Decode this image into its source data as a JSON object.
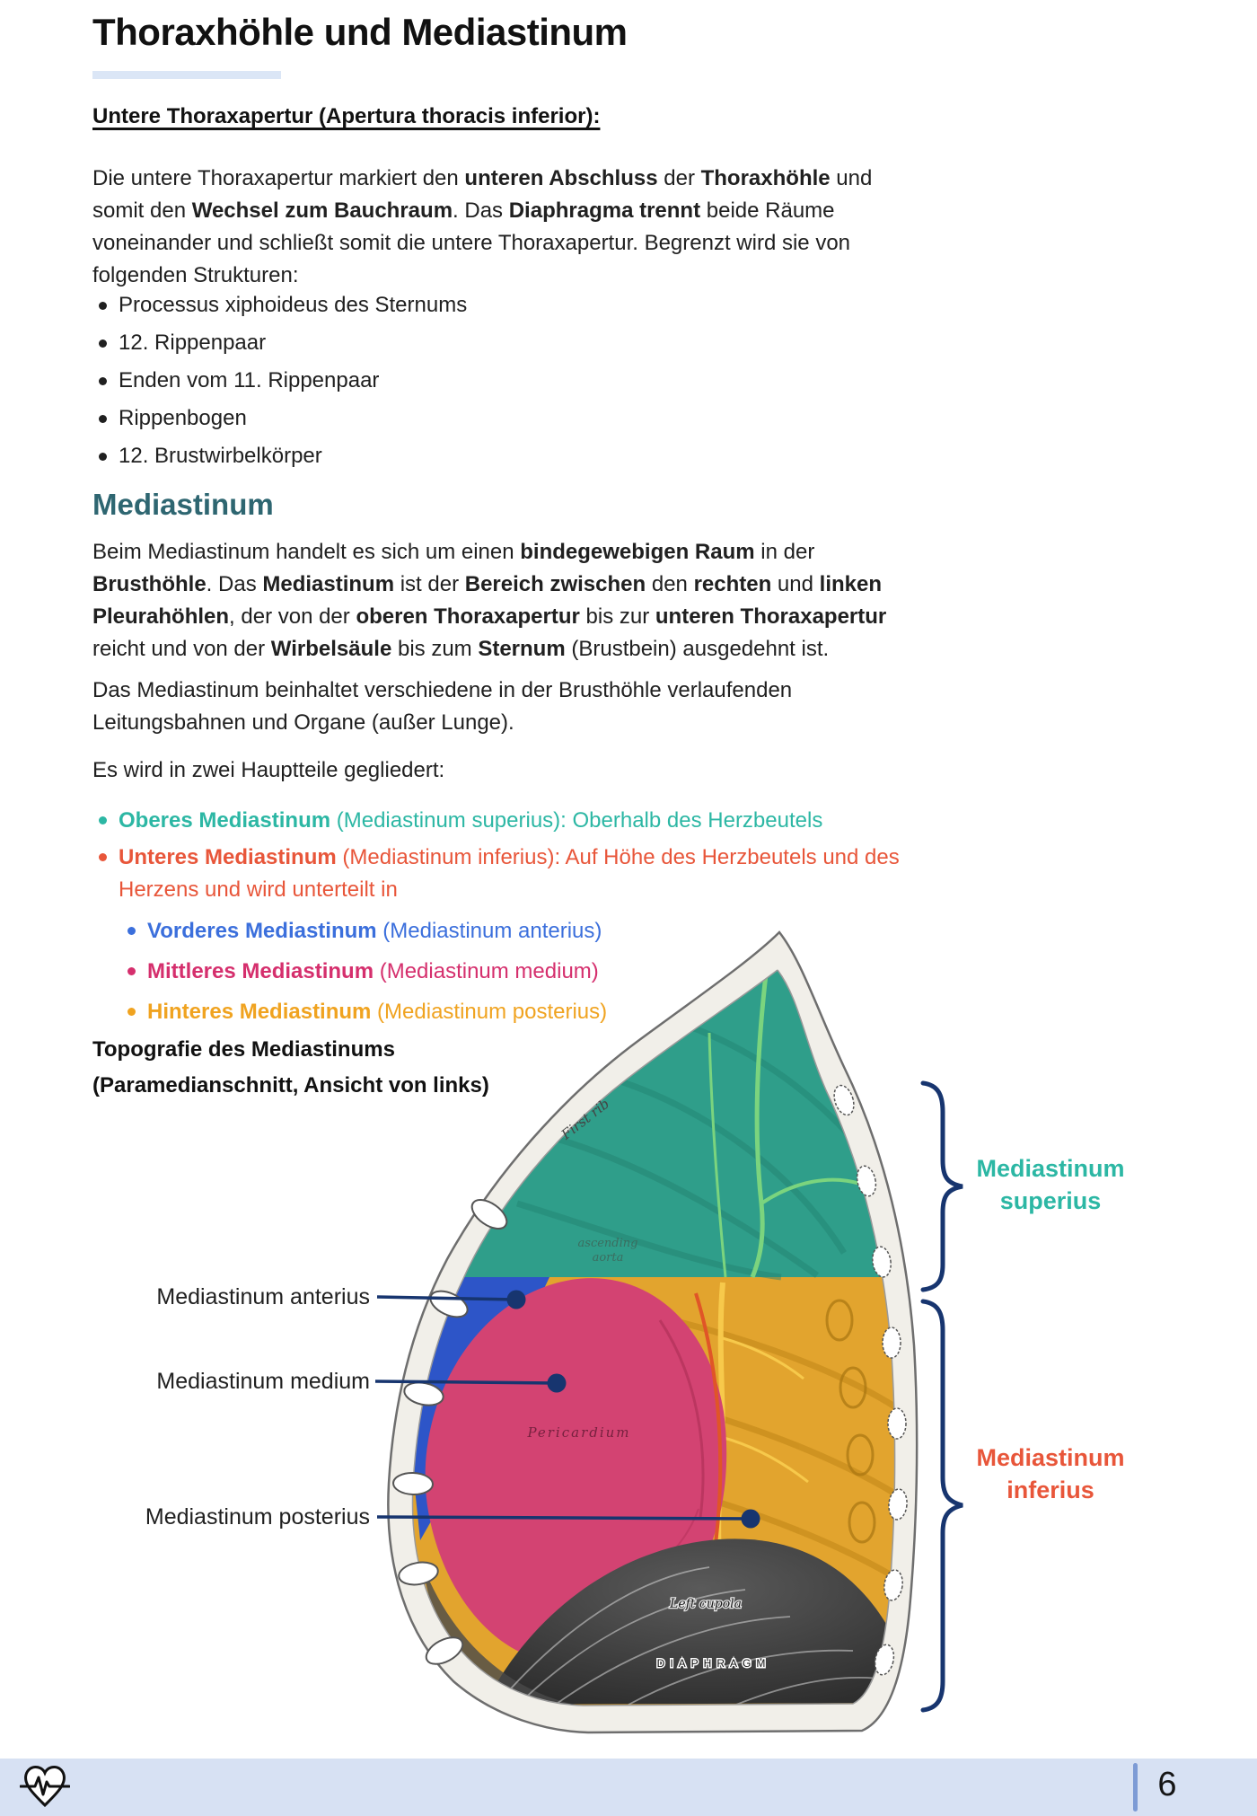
{
  "palette": {
    "ink": "#202020",
    "teal": "#2cb7a4",
    "tealDark": "#2e6671",
    "orange": "#e8563a",
    "blue": "#3b6fdc",
    "pink": "#d52f6d",
    "amber": "#f0a320",
    "navy": "#17356f",
    "underline": "#dbe6f6",
    "footer_bar": "#d7e1f3",
    "footer_accent": "#7d9bd5"
  },
  "header": {
    "title": "Thoraxhöhle und Mediastinum"
  },
  "apertur": {
    "heading": "Untere Thoraxapertur (Apertura thoracis inferior):",
    "paragraph": [
      [
        {
          "t": "Die untere Thoraxapertur markiert den "
        },
        {
          "t": "unteren Abschluss",
          "b": 1
        },
        {
          "t": " der "
        },
        {
          "t": "Thoraxhöhle",
          "b": 1
        },
        {
          "t": " und"
        }
      ],
      [
        {
          "t": "somit den "
        },
        {
          "t": "Wechsel zum Bauchraum",
          "b": 1
        },
        {
          "t": ". Das "
        },
        {
          "t": "Diaphragma trennt",
          "b": 1
        },
        {
          "t": " beide Räume"
        }
      ],
      [
        {
          "t": "voneinander und schließt somit die untere Thoraxapertur. Begrenzt wird sie von"
        }
      ],
      [
        {
          "t": "folgenden Strukturen:"
        }
      ]
    ],
    "bullets": [
      "Processus xiphoideus des Sternums",
      "12. Rippenpaar",
      "Enden vom 11. Rippenpaar",
      "Rippenbogen",
      "12. Brustwirbelkörper"
    ]
  },
  "mediastinum": {
    "heading": "Mediastinum",
    "p1": [
      [
        {
          "t": "Beim Mediastinum handelt es sich um einen "
        },
        {
          "t": "bindegewebigen Raum",
          "b": 1
        },
        {
          "t": " in der"
        }
      ],
      [
        {
          "t": "Brusthöhle",
          "b": 1
        },
        {
          "t": ". Das "
        },
        {
          "t": "Mediastinum",
          "b": 1
        },
        {
          "t": " ist der "
        },
        {
          "t": "Bereich zwischen",
          "b": 1
        },
        {
          "t": " den "
        },
        {
          "t": "rechten",
          "b": 1
        },
        {
          "t": " und "
        },
        {
          "t": "linken",
          "b": 1
        }
      ],
      [
        {
          "t": "Pleurahöhlen",
          "b": 1
        },
        {
          "t": ", der von der "
        },
        {
          "t": "oberen Thoraxapertur",
          "b": 1
        },
        {
          "t": " bis zur "
        },
        {
          "t": "unteren Thoraxapertur",
          "b": 1
        }
      ],
      [
        {
          "t": "reicht und von der "
        },
        {
          "t": "Wirbelsäule",
          "b": 1
        },
        {
          "t": " bis zum "
        },
        {
          "t": "Sternum",
          "b": 1
        },
        {
          "t": " (Brustbein) ausgedehnt ist."
        }
      ]
    ],
    "p2": [
      [
        {
          "t": "Das Mediastinum beinhaltet verschiedene in der Brusthöhle verlaufenden"
        }
      ],
      [
        {
          "t": "Leitungsbahnen und Organe (außer Lunge)."
        }
      ]
    ],
    "p3": "Es wird in zwei Hauptteile gegliedert:",
    "bullet_oberes": [
      [
        {
          "t": "Oberes Mediastinum",
          "b": 1,
          "c": "teal"
        },
        {
          "t": " (Mediastinum superius):",
          "c": "teal"
        },
        {
          "t": " Oberhalb des Herzbeutels"
        }
      ]
    ],
    "bullet_unteres": [
      [
        {
          "t": "Unteres Mediastinum",
          "b": 1,
          "c": "orange"
        },
        {
          "t": " (Mediastinum inferius):",
          "c": "orange"
        },
        {
          "t": " Auf Höhe des Herzbeutels und des"
        }
      ],
      [
        {
          "t": "Herzens und wird unterteilt in"
        }
      ]
    ],
    "sub_bullets": [
      [
        [
          {
            "t": "Vorderes Mediastinum",
            "b": 1,
            "c": "blue"
          },
          {
            "t": " (Mediastinum anterius)",
            "c": "blue"
          }
        ]
      ],
      [
        [
          {
            "t": "Mittleres Mediastinum",
            "b": 1,
            "c": "pink"
          },
          {
            "t": " (Mediastinum medium)",
            "c": "pink"
          }
        ]
      ],
      [
        [
          {
            "t": "Hinteres Mediastinum",
            "b": 1,
            "c": "amber"
          },
          {
            "t": " (Mediastinum posterius)",
            "c": "amber"
          }
        ]
      ]
    ]
  },
  "figure": {
    "caption1": "Topografie des Mediastinums",
    "caption2": "(Paramedianschnitt, Ansicht von links)",
    "label_anterius": "Mediastinum anterius",
    "label_medium": "Mediastinum medium",
    "label_posterius": "Mediastinum posterius",
    "label_superius_1": "Mediastinum",
    "label_superius_2": "superius",
    "label_inferius_1": "Mediastinum",
    "label_inferius_2": "inferius",
    "engraving": {
      "first_rib": "First rib",
      "aorta_1": "ascending",
      "aorta_2": "aorta",
      "pericardium": "Pericardium",
      "cupola": "Left cupola",
      "diaphragm": "DIAPHRAGM"
    },
    "colors": {
      "superius_region": "#2f9e8a",
      "inferius_region": "#e2a42e",
      "anterius_region": "#2d55c8",
      "medium_region": "#d34372",
      "wall": "#f1efe9",
      "wall_stroke": "#6e6e6e",
      "diaphragm": "#3f3f3f",
      "leader": "#17356f"
    }
  },
  "footer": {
    "page_number": "6"
  }
}
